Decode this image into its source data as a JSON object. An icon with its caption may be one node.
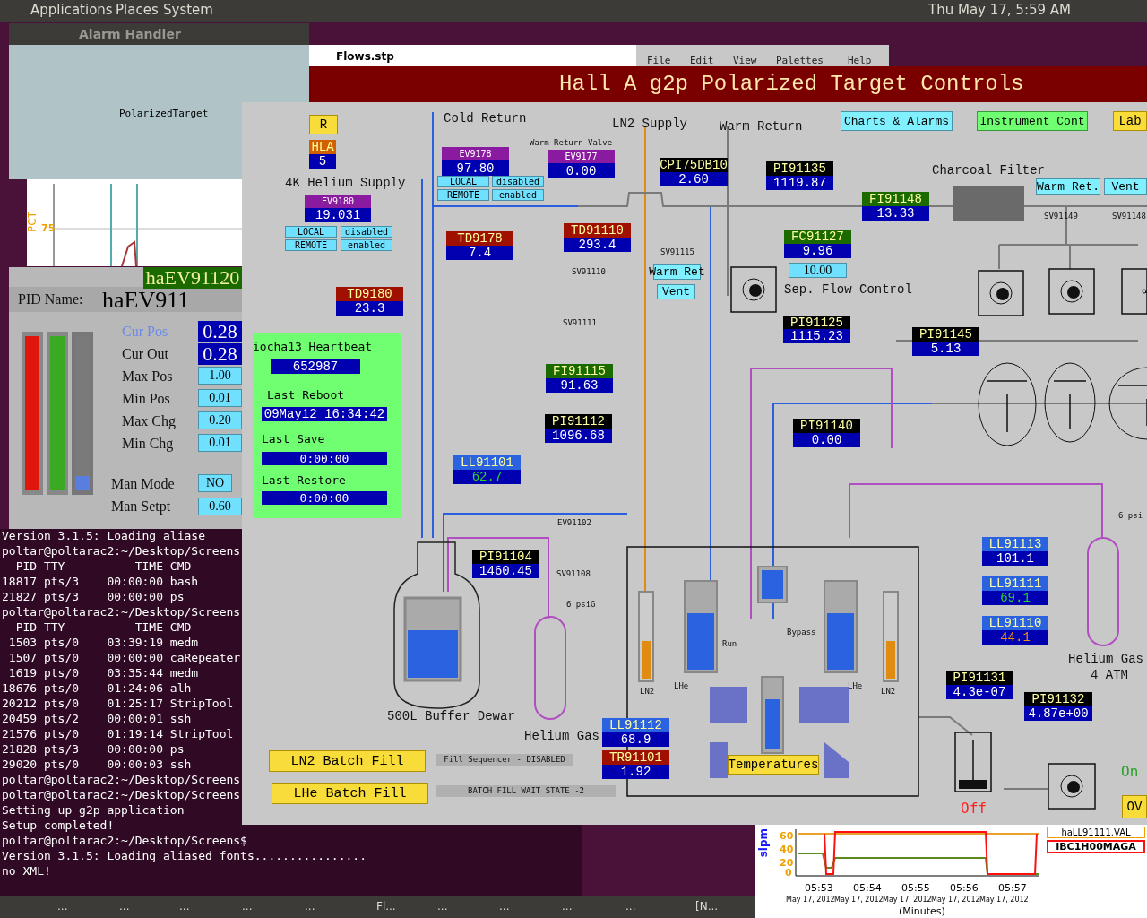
{
  "diagram": {
    "title": "Hall A g2p Polarized Target Controls",
    "labels": [
      "Applications",
      "Places",
      "System",
      "Thu May 17, 5:59 AM",
      "Alarm Handler",
      "PolarizedTarget",
      "File",
      "Edit",
      "View",
      "Palettes",
      "Help",
      "Flows.stp",
      "PCT",
      "75",
      "haEV91120",
      "PID Name:",
      "haEV911",
      "Cur Pos",
      "0.28",
      "Cur Out",
      "0.28",
      "Max Pos",
      "1.00",
      "Min Pos",
      "0.01",
      "Max Chg",
      "0.20",
      "Min Chg",
      "0.01",
      "Man Mode",
      "NO",
      "Man Setpt",
      "0.60",
      "Version 3.1.5: Loading aliase",
      "poltar@poltarac2:~/Desktop/Screens",
      "  PID TTY          TIME CMD",
      "18817 pts/3    00:00:00 bash",
      "21827 pts/3    00:00:00 ps",
      "poltar@poltarac2:~/Desktop/Screens",
      "  PID TTY          TIME CMD",
      " 1503 pts/0    03:39:19 medm",
      " 1507 pts/0    00:00:00 caRepeater",
      " 1619 pts/0    03:35:44 medm",
      "18676 pts/0    01:24:06 alh",
      "20212 pts/0    01:25:17 StripTool",
      "20459 pts/2    00:00:01 ssh",
      "21576 pts/0    01:19:14 StripTool",
      "21828 pts/3    00:00:00 ps",
      "29020 pts/0    00:00:03 ssh",
      "poltar@poltarac2:~/Desktop/Screens",
      "poltar@poltarac2:~/Desktop/Screens",
      "Setting up g2p application",
      "Setup completed!",
      "poltar@poltarac2:~/Desktop/Screens$",
      "Version 3.1.5: Loading aliased fonts................",
      "no XML!",
      "iocha13 Heartbeat",
      "652987",
      "Last Reboot",
      "09May12 16:34:42",
      "Last Save",
      "0:00:00",
      "Last Restore",
      "0:00:00",
      "R",
      "HLA",
      "5",
      "4K Helium Supply",
      "EV9180",
      "19.031",
      "LOCAL",
      "disabled",
      "REMOTE",
      "enabled",
      "Cold Return",
      "EV9178",
      "97.80",
      "LOCAL",
      "disabled",
      "REMOTE",
      "enabled",
      "Warm Return Valve",
      "EV9177",
      "0.00",
      "LN2 Supply",
      "Warm Return",
      "CPI75DB10",
      "2.60",
      "PI91135",
      "1119.87",
      "Charts & Alarms",
      "Instrument Cont",
      "Lab",
      "Charcoal Filter",
      "Warm Ret.",
      "Vent",
      "SV91149",
      "SV91148",
      "FI91148",
      "13.33",
      "TD9178",
      "7.4",
      "TD91110",
      "293.4",
      "SV91115",
      "FC91127",
      "9.96",
      "10.00",
      "Sep. Flow Control",
      "SV91110",
      "Warm Ret",
      "Vent",
      "SV91111",
      "TD9180",
      "23.3",
      "PI91125",
      "1115.23",
      "PI91145",
      "5.13",
      "FI91115",
      "91.63",
      "PI91112",
      "1096.68",
      "PI91140",
      "0.00",
      "LL91101",
      "62.7",
      "EV91102",
      "PI91104",
      "1460.45",
      "SV91108",
      "6 psiG",
      "6 psi",
      "LL91113",
      "101.1",
      "LL91111",
      "69.1",
      "LL91110",
      "44.1",
      "Run",
      "Bypass",
      "LN2",
      "LHe",
      "LHe",
      "LN2",
      "500L Buffer Dewar",
      "Helium Gas",
      "Helium Gas",
      "4 ATM",
      "LL91112",
      "68.9",
      "TR91101",
      "1.92",
      "PI91131",
      "4.3e-07",
      "PI91132",
      "4.87e+00",
      "Temperatures",
      "LN2 Batch Fill",
      "LHe Batch Fill",
      "Fill Sequencer - DISABLED",
      "BATCH FILL WAIT STATE -2",
      "Off",
      "On",
      "OV",
      "slpm",
      "60",
      "40",
      "20",
      "0",
      "05:53",
      "05:54",
      "05:55",
      "05:56",
      "05:57",
      "May 17, 2012",
      "May 17, 2012",
      "May 17, 2012",
      "May 17, 2012",
      "May 17, 2012",
      "(Minutes)",
      "haLL91111.VAL",
      "IBC1H00MAGA",
      "...",
      "...",
      "...",
      "...",
      "...",
      "Fl...",
      "...",
      "...",
      "...",
      "...",
      "[N..."
    ]
  }
}
